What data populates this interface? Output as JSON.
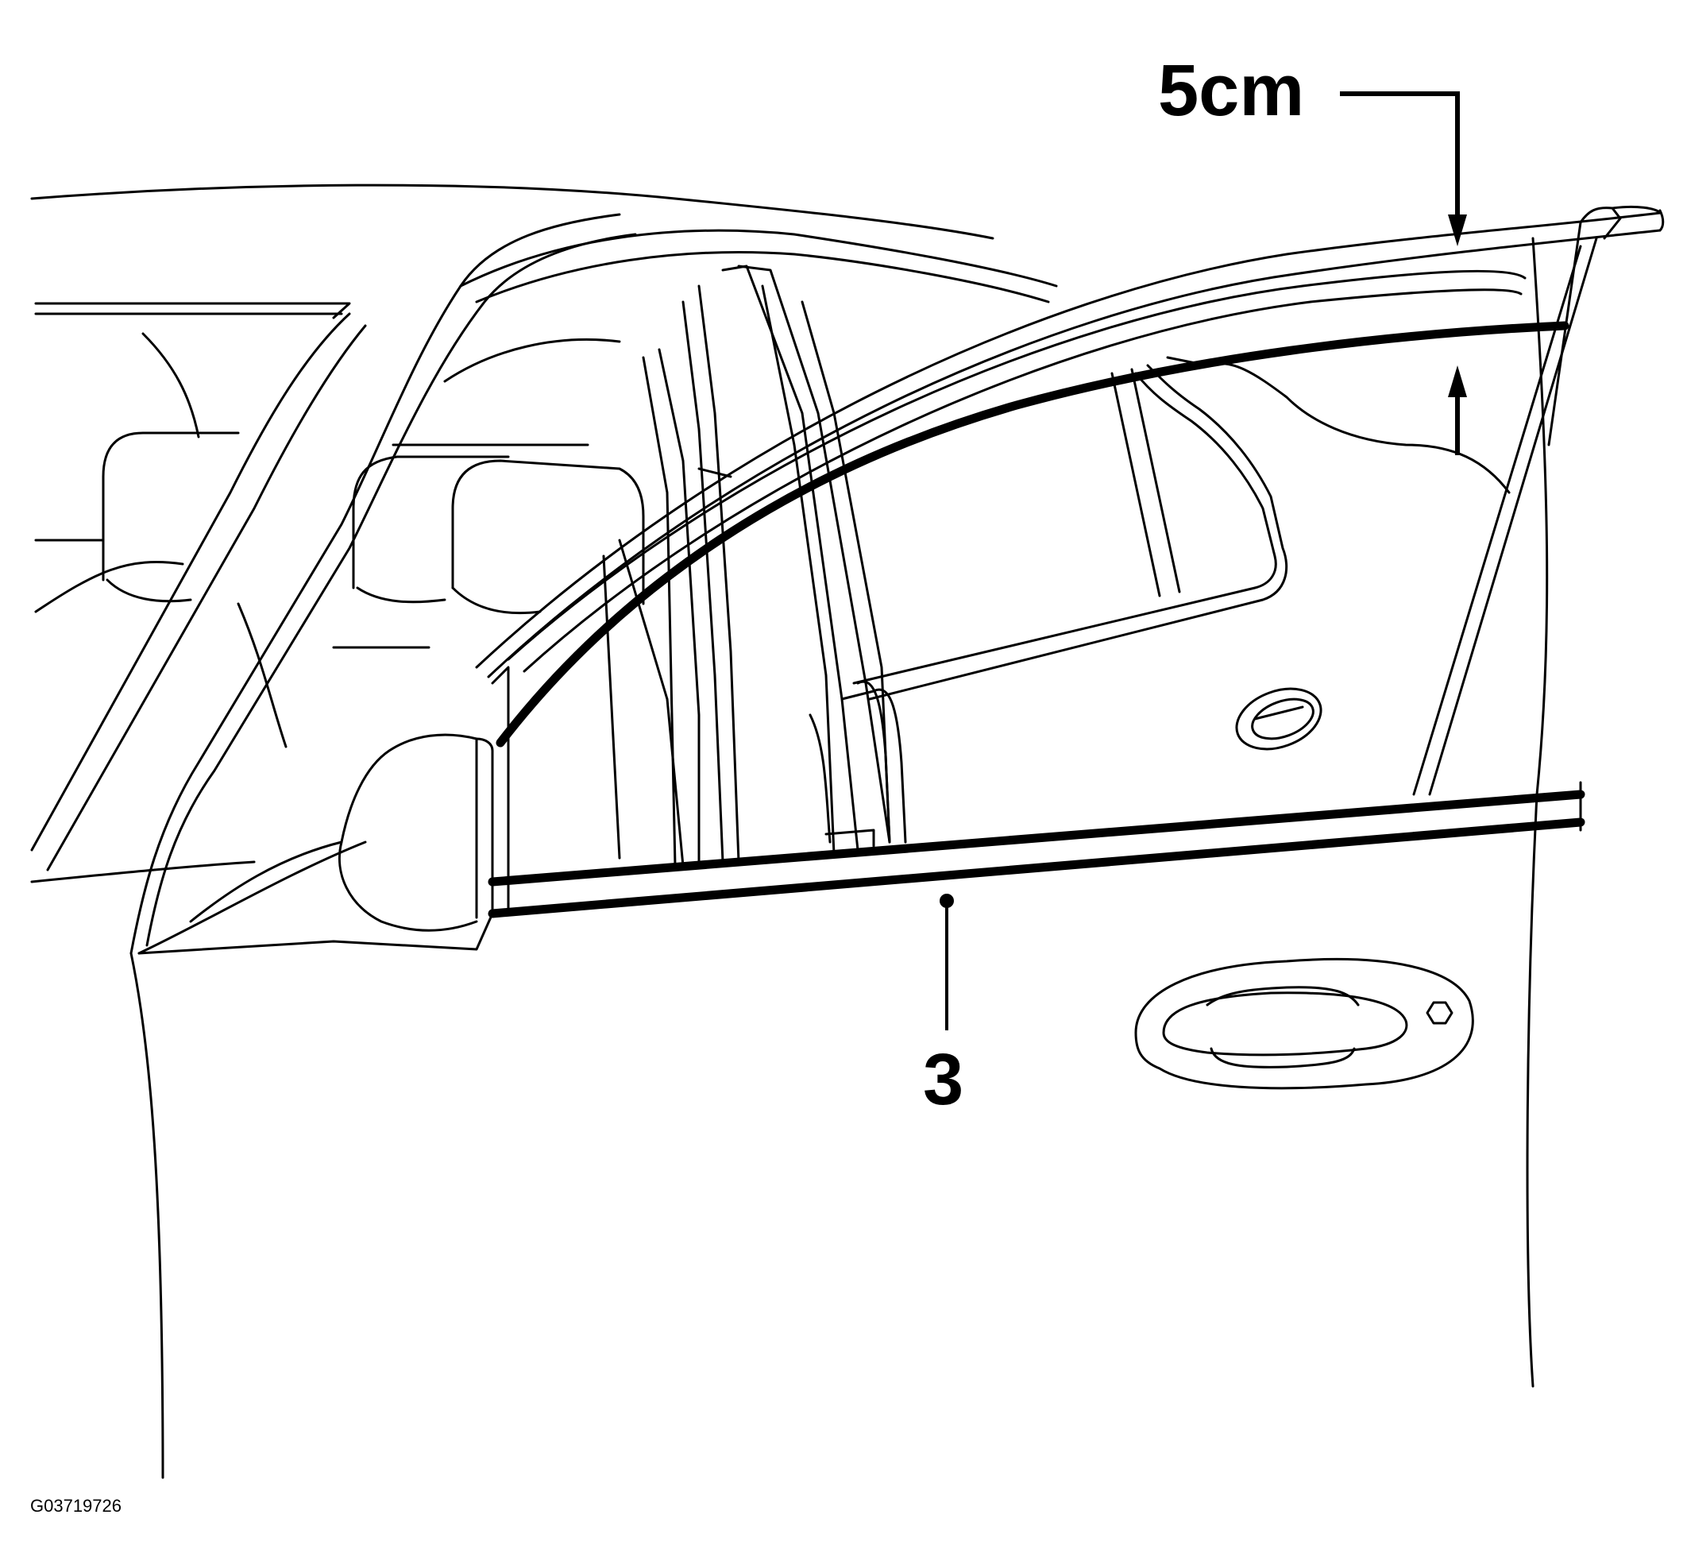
{
  "diagram": {
    "dimension_label": "5cm",
    "callout_label": "3",
    "figure_id": "G03719726"
  }
}
